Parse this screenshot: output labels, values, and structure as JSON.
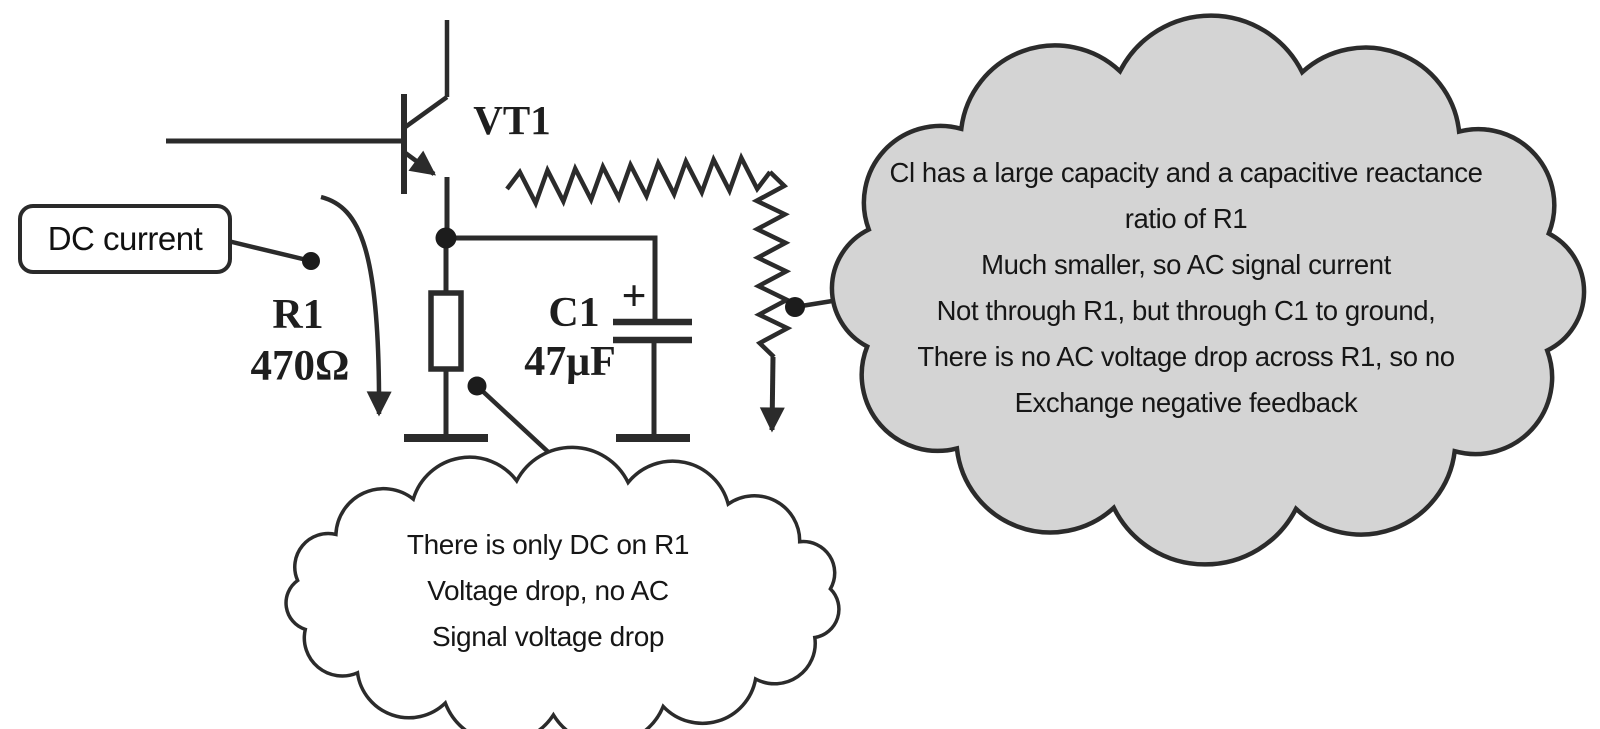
{
  "circuit": {
    "transistor": {
      "label": "VT1"
    },
    "resistor_r1": {
      "label": "R1",
      "value": "470Ω"
    },
    "capacitor_c1": {
      "label": "C1",
      "value": "47μF",
      "polarity": "+"
    },
    "dc_label": "DC current"
  },
  "callouts": {
    "bottom": {
      "lines": [
        "There is only DC on R1",
        "Voltage drop, no AC",
        "Signal voltage drop"
      ]
    },
    "right": {
      "lines": [
        "Cl has a large capacity and a capacitive reactance",
        "ratio of R1",
        "Much smaller, so AC signal current",
        "Not through R1, but through C1 to ground,",
        "There is no AC voltage drop across R1, so no",
        "Exchange negative feedback"
      ]
    }
  },
  "colors": {
    "ink": "#2b2b2b",
    "cloud_fill": "#d4d4d4",
    "cloud_white": "#ffffff"
  }
}
